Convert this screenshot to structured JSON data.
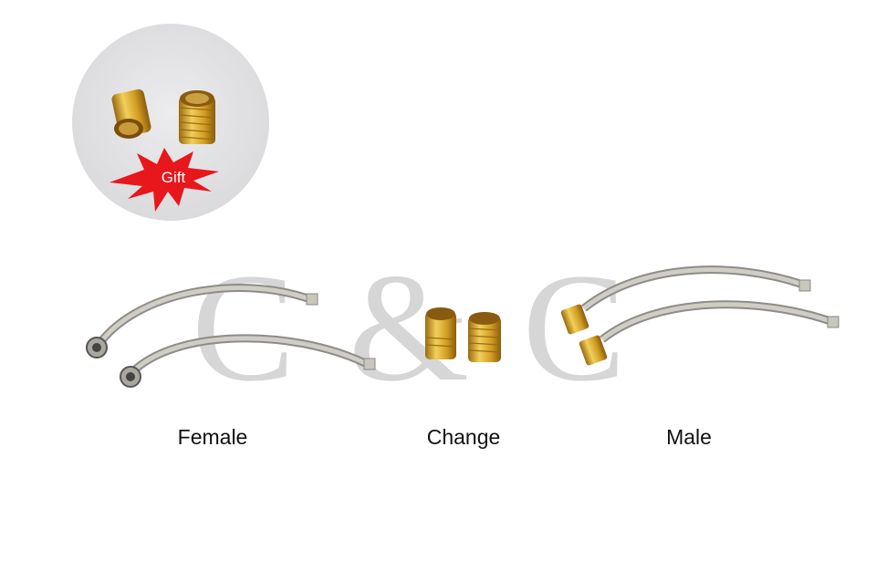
{
  "gift_badge": {
    "text": "Gift",
    "color": "#e8171c"
  },
  "watermark": "C & C",
  "labels": {
    "female": "Female",
    "change": "Change",
    "male": "Male"
  },
  "colors": {
    "brass": "#d4a62a",
    "hose": "#b9b7b0",
    "watermark": "#d6d6d6",
    "circle": "#e2e2e4"
  }
}
